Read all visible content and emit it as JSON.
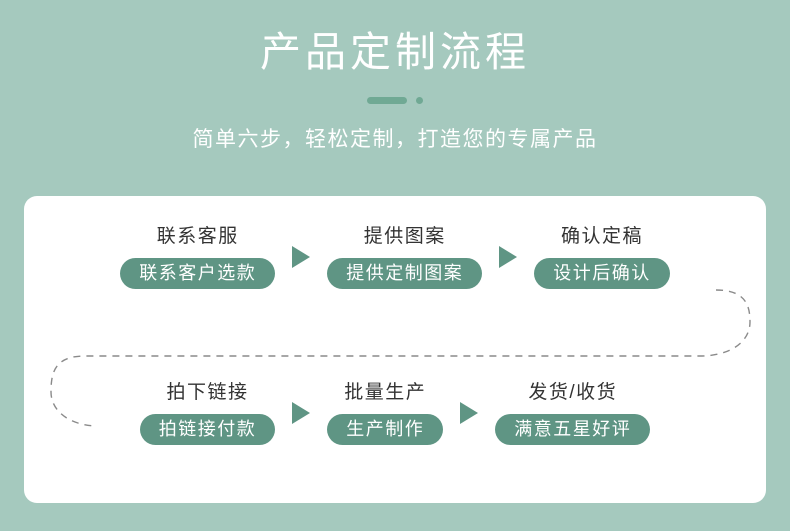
{
  "header": {
    "title": "产品定制流程",
    "subtitle": "简单六步，轻松定制，打造您的专属产品",
    "divider_dash_icon": "divider-dash",
    "divider_dot_icon": "divider-dot"
  },
  "colors": {
    "background": "#a5c9be",
    "card": "#ffffff",
    "pill": "#5f9584",
    "pill_text": "#ffffff",
    "label_text": "#333333",
    "title_text": "#ffffff",
    "divider": "#70a994",
    "arrow": "#5f9584",
    "connector_dash": "#8a8a8a"
  },
  "flow": {
    "arrow_icon": "triangle-right-icon",
    "connector_icon": "dashed-curve-connector",
    "row1": [
      {
        "label": "联系客服",
        "pill": "联系客户选款"
      },
      {
        "label": "提供图案",
        "pill": "提供定制图案"
      },
      {
        "label": "确认定稿",
        "pill": "设计后确认"
      }
    ],
    "row2": [
      {
        "label": "拍下链接",
        "pill": "拍链接付款"
      },
      {
        "label": "批量生产",
        "pill": "生产制作"
      },
      {
        "label": "发货/收货",
        "pill": "满意五星好评"
      }
    ]
  }
}
